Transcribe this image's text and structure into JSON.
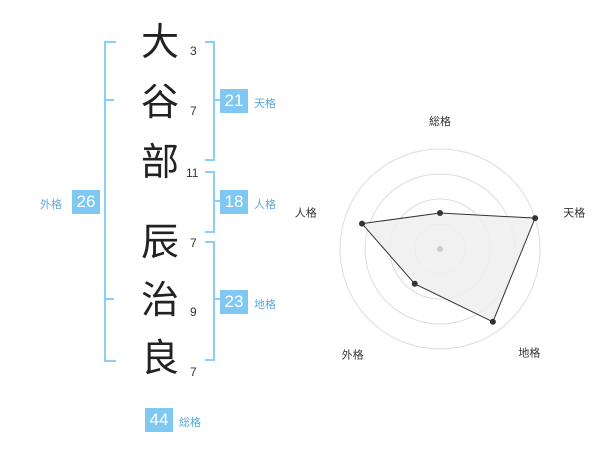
{
  "name": {
    "chars": [
      "大",
      "谷",
      "部",
      "辰",
      "治",
      "良"
    ],
    "strokes": [
      "3",
      "7",
      "11",
      "7",
      "9",
      "7"
    ]
  },
  "scores": {
    "tenkaku": {
      "label": "天格",
      "value": "21"
    },
    "jinkaku": {
      "label": "人格",
      "value": "18"
    },
    "chikaku": {
      "label": "地格",
      "value": "23"
    },
    "gaikaku": {
      "label": "外格",
      "value": "26"
    },
    "soukaku": {
      "label": "総格",
      "value": "44"
    }
  },
  "chart_data": {
    "type": "radar",
    "axes": [
      "総格",
      "天格",
      "地格",
      "外格",
      "人格"
    ],
    "values": [
      0.36,
      1.0,
      0.9,
      0.43,
      0.82
    ],
    "rings": 4,
    "grid": true
  },
  "colors": {
    "accent": "#7ec8f2",
    "bracket": "#8ccff5",
    "fill": "#eeeeee",
    "line": "#333333"
  }
}
